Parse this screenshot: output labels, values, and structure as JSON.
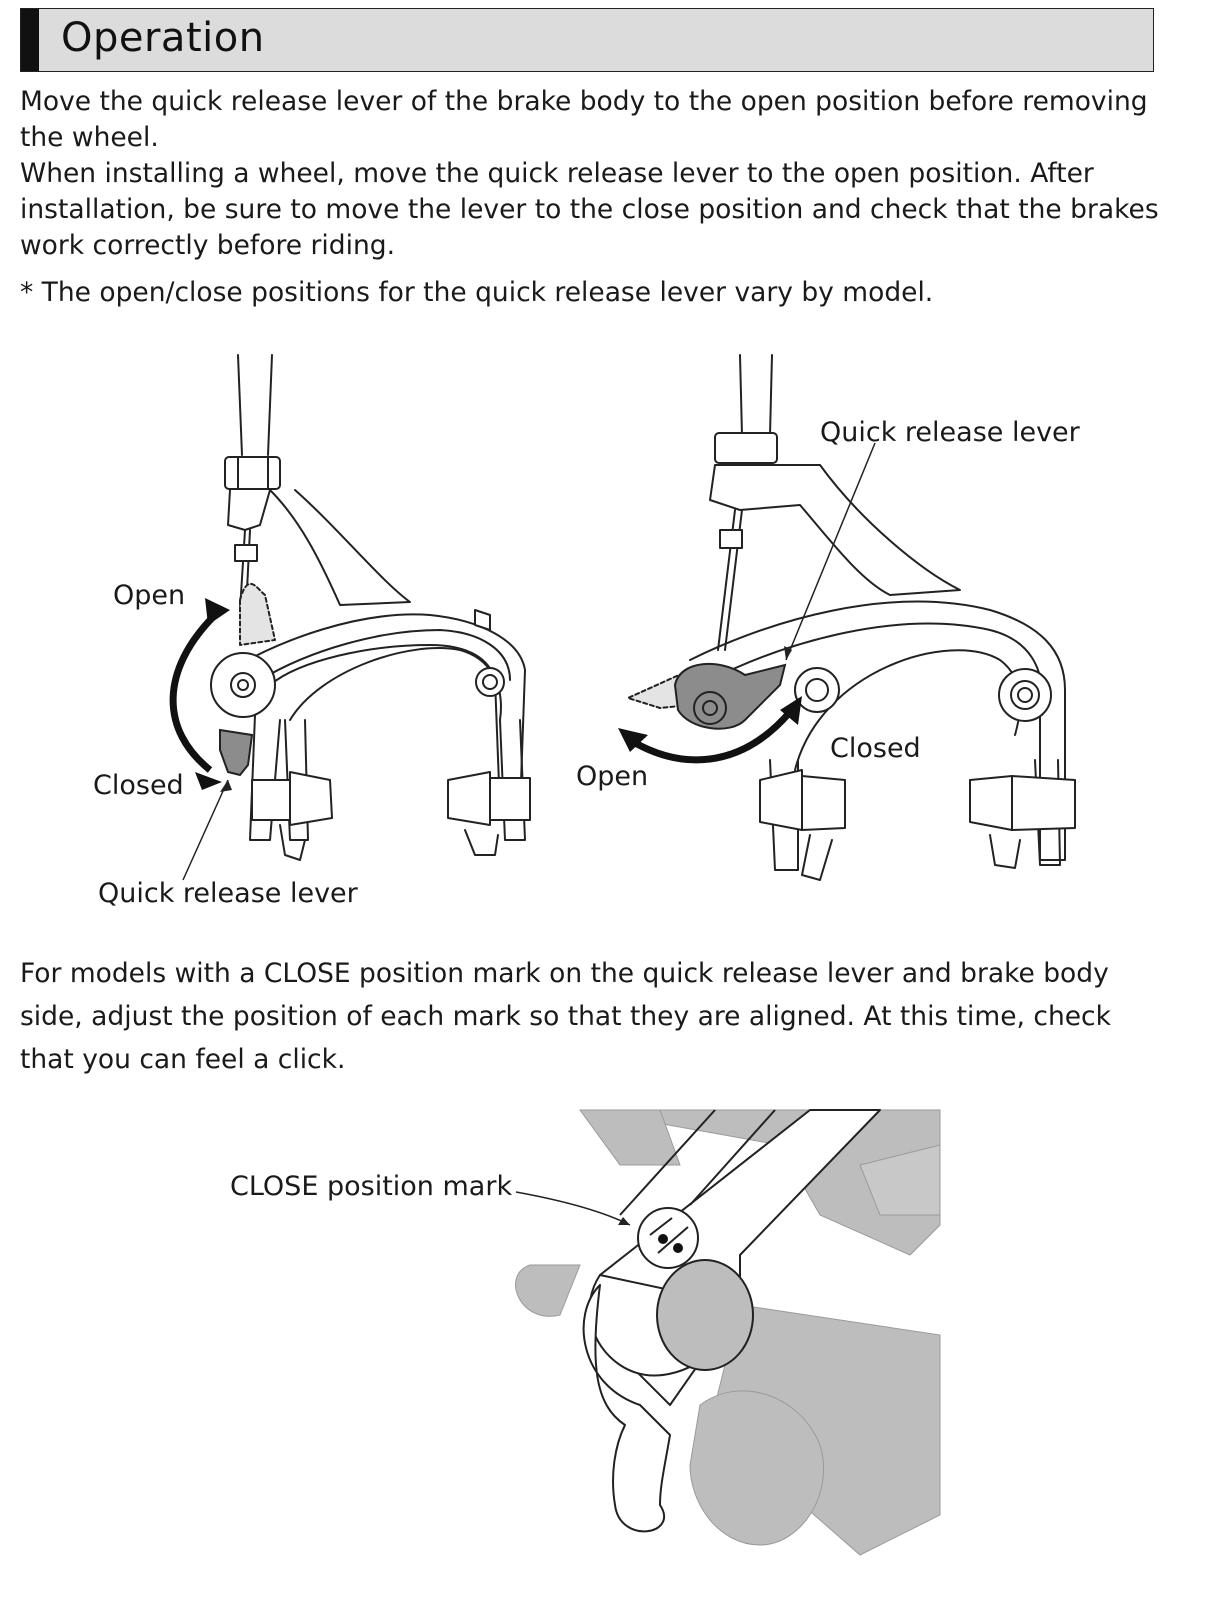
{
  "section": {
    "title": "Operation"
  },
  "paragraphs": {
    "p1": "Move the quick release lever of the brake body to the open position before removing the wheel.",
    "p2": "When installing a wheel, move the quick release lever to the open position. After installation, be sure to move the lever to the close position and check that the brakes work correctly before riding.",
    "note": "* The open/close positions for the quick release lever vary by model.",
    "p3": "For models with a CLOSE position mark on the quick release lever and brake body side, adjust the position of each mark so that they are aligned. At this time, check that you can feel a click."
  },
  "figure_left": {
    "open_label": "Open",
    "closed_label": "Closed",
    "lever_label": "Quick release lever"
  },
  "figure_right": {
    "lever_label": "Quick release lever",
    "closed_label": "Closed",
    "open_label": "Open"
  },
  "figure_bottom": {
    "mark_label": "CLOSE position mark"
  }
}
